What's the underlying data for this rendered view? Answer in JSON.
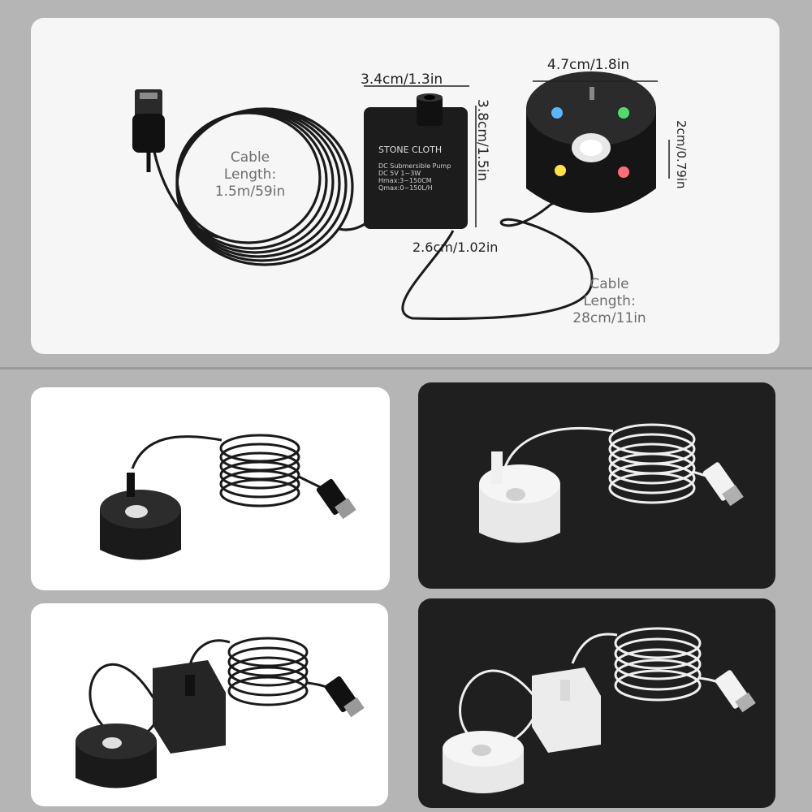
{
  "main": {
    "cable_long": [
      "Cable",
      "Length:",
      "1.5m/59in"
    ],
    "cable_short": [
      "Cable",
      "Length:",
      "28cm/11in"
    ],
    "pump_width": "3.4cm/1.3in",
    "pump_height": "3.8cm/1.5in",
    "pump_depth": "2.6cm/1.02in",
    "base_diameter": "4.7cm/1.8in",
    "base_height": "2cm/0.79in",
    "pump_brand": "STONE CLOTH",
    "pump_specs": [
      "DC Submersible Pump",
      "DC 5V 1~3W",
      "Hmax:3~150CM",
      "Qmax:0~150L/H"
    ],
    "led_colors": [
      "#5ab7ff",
      "#4fdc6a",
      "#ffe14a",
      "#ff6f7a"
    ]
  },
  "colors": {
    "black_product": "#1a1a1a",
    "white_product": "#efefef",
    "light_bg": "#ffffff",
    "dark_bg": "#1f1f1f"
  }
}
